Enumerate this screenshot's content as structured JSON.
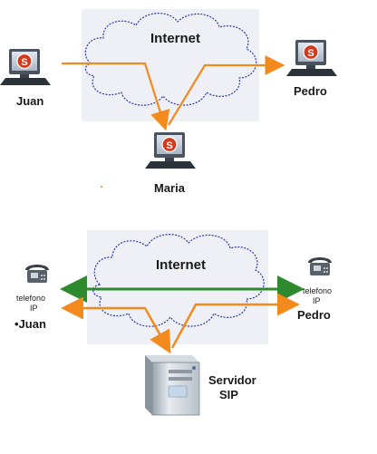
{
  "top_scene": {
    "cloud_label": "Internet",
    "nodes": [
      {
        "id": "juan",
        "name": "Juan",
        "icon": "skype-computer-icon"
      },
      {
        "id": "pedro",
        "name": "Pedro",
        "icon": "skype-computer-icon"
      },
      {
        "id": "maria",
        "name": "Maria",
        "icon": "skype-computer-icon"
      }
    ]
  },
  "bottom_scene": {
    "cloud_label": "Internet",
    "left_phone": {
      "caption_line1": "telefono",
      "caption_line2": "IP",
      "name": "•Juan",
      "icon": "ip-phone-icon"
    },
    "right_phone": {
      "caption_line1": "telefono",
      "caption_line2": "IP",
      "name": "Pedro",
      "icon": "ip-phone-icon"
    },
    "server": {
      "line1": "Servidor",
      "line2": "SIP",
      "icon": "server-tower-icon"
    }
  },
  "colors": {
    "cloud_fill": "#eef0f5",
    "cloud_stroke": "#2a3aa8",
    "arrow_orange": "#f28a1e",
    "arrow_green": "#2f8a2f",
    "skype_red": "#d23a1e"
  }
}
